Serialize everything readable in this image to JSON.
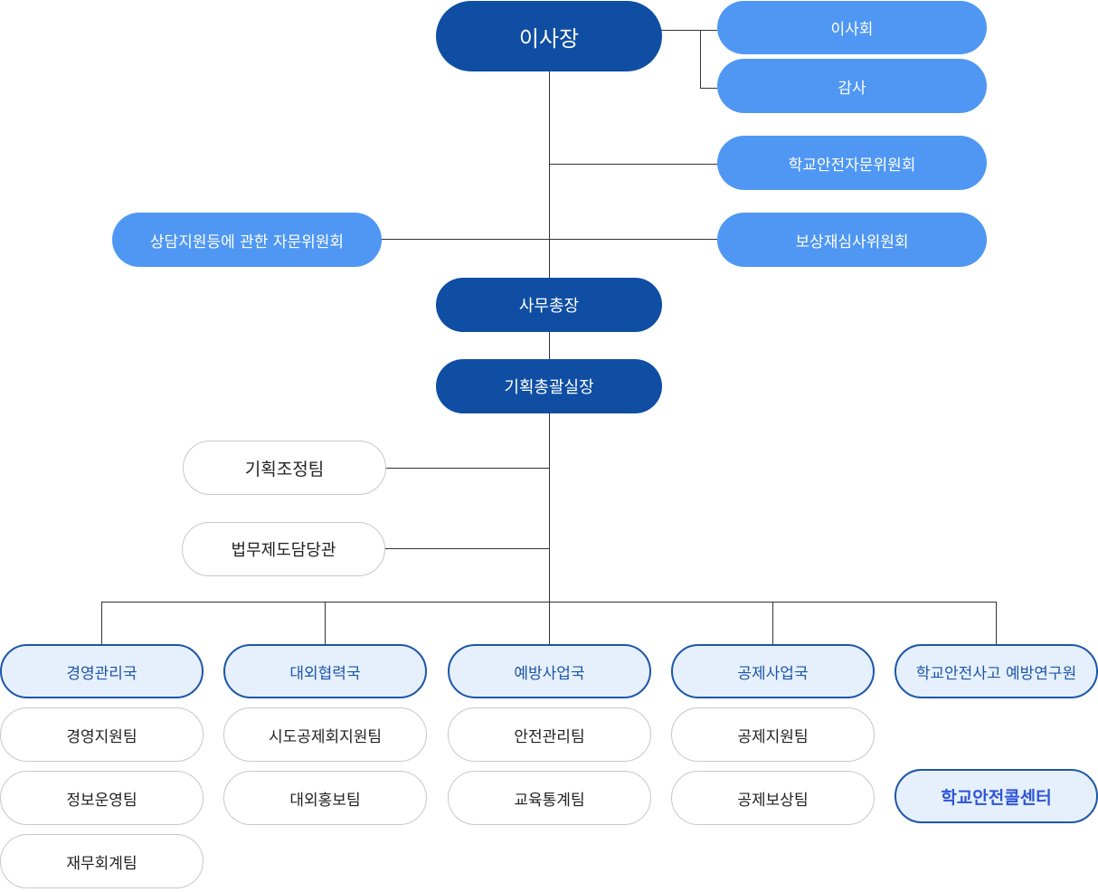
{
  "chairman": "이사장",
  "board": "이사회",
  "audit": "감사",
  "safety_committee": "학교안전자문위원회",
  "compensation_committee": "보상재심사위원회",
  "counseling_committee": "상담지원등에 관한 자문위원회",
  "secretary_general": "사무총장",
  "planning_director": "기획총괄실장",
  "planning_team": "기획조정팀",
  "legal_officer": "법무제도담당관",
  "departments": [
    {
      "name": "경영관리국",
      "teams": [
        "경영지원팀",
        "정보운영팀",
        "재무회계팀"
      ]
    },
    {
      "name": "대외협력국",
      "teams": [
        "시도공제회지원팀",
        "대외홍보팀"
      ]
    },
    {
      "name": "예방사업국",
      "teams": [
        "안전관리팀",
        "교육통계팀"
      ]
    },
    {
      "name": "공제사업국",
      "teams": [
        "공제지원팀",
        "공제보상팀"
      ]
    },
    {
      "name": "학교안전사고 예방연구원",
      "teams": []
    }
  ],
  "call_center": "학교안전콜센터",
  "colors": {
    "dark": "#0f4ea3",
    "light": "#4f97f3",
    "line": "#333333"
  }
}
